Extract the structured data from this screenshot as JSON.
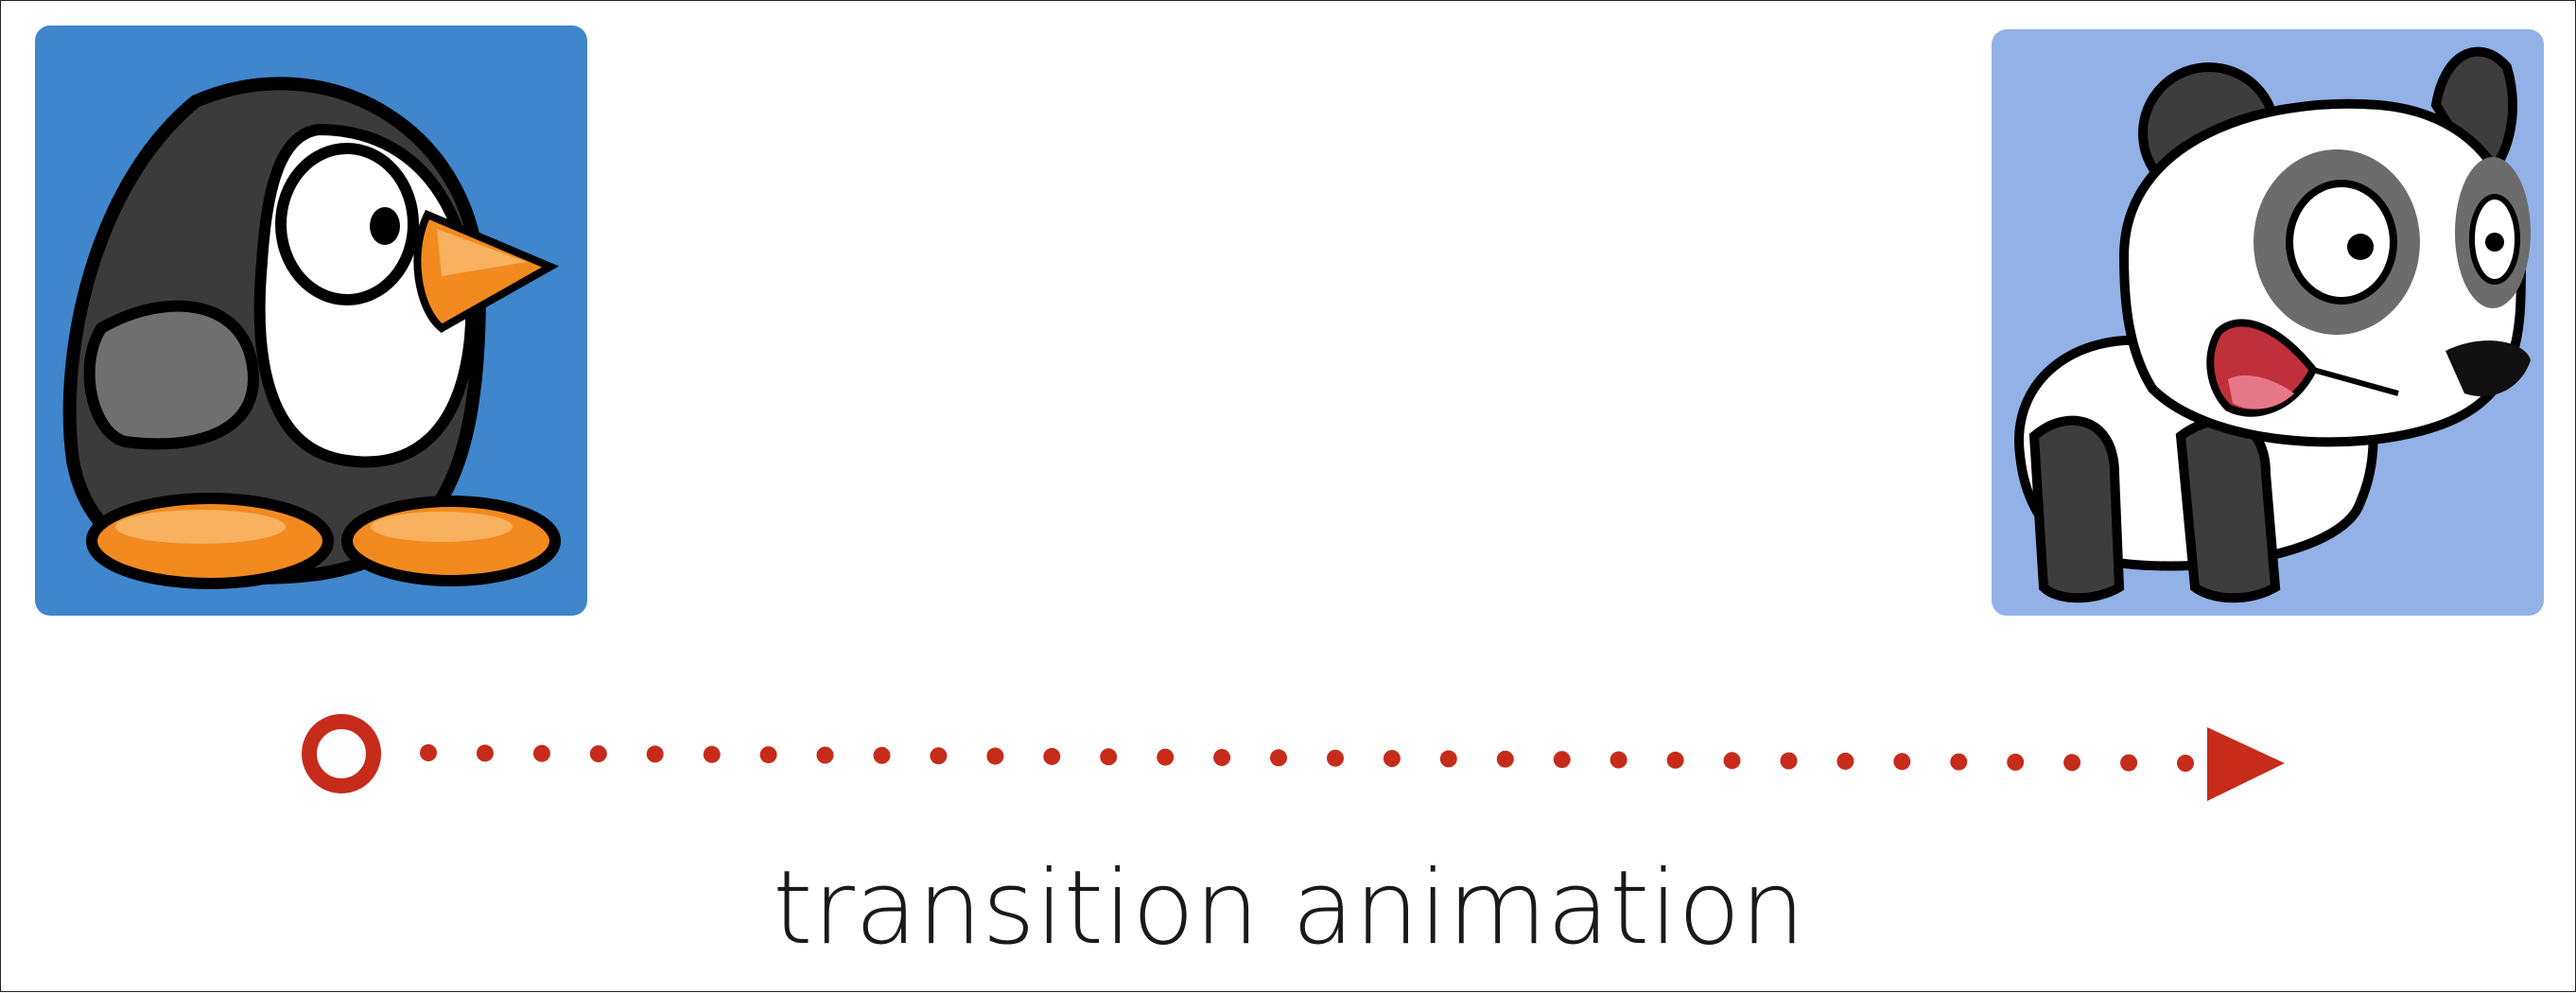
{
  "diagram": {
    "caption": "transition animation",
    "start_image": {
      "icon": "penguin-icon",
      "background": "#3f86cc"
    },
    "end_image": {
      "icon": "panda-icon",
      "background": "#92b1e6"
    },
    "arrow": {
      "color": "#c72b1a",
      "style": "dotted",
      "start_marker": "hollow-circle",
      "end_marker": "filled-triangle"
    }
  }
}
